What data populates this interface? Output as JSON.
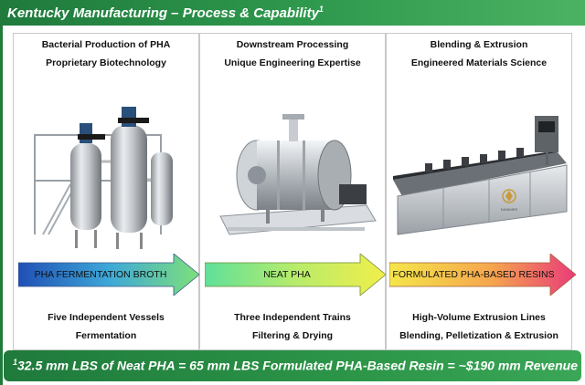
{
  "header": {
    "title": "Kentucky Manufacturing – Process & Capability",
    "footnote_mark": "1"
  },
  "columns": [
    {
      "heading": "Bacterial Production of PHA",
      "subheading": "Proprietary Biotechnology",
      "arrow_label": "PHA FERMENTATION BROTH",
      "caption1": "Five Independent Vessels",
      "caption2": "Fermentation"
    },
    {
      "heading": "Downstream Processing",
      "subheading": "Unique Engineering Expertise",
      "arrow_label": "NEAT PHA",
      "caption1": "Three Independent Trains",
      "caption2": "Filtering & Drying"
    },
    {
      "heading": "Blending & Extrusion",
      "subheading": "Engineered Materials Science",
      "arrow_label": "FORMULATED PHA-BASED RESINS",
      "caption1": "High-Volume Extrusion Lines",
      "caption2": "Blending, Pelletization & Extrusion"
    }
  ],
  "footer": {
    "footnote_mark": "1",
    "text": "32.5 mm LBS of Neat PHA = 65 mm LBS Formulated PHA-Based Resin = ~$190 mm Revenue"
  },
  "equipment_badge": "DANIMER",
  "colors": {
    "brand_green": "#1f7a3c",
    "arrow1_start": "#1f4fb5",
    "arrow1_end": "#7ee07a",
    "arrow2_start": "#5fe09a",
    "arrow2_end": "#f1ee4a",
    "arrow3_start": "#f5e64a",
    "arrow3_end": "#e93b7a"
  }
}
